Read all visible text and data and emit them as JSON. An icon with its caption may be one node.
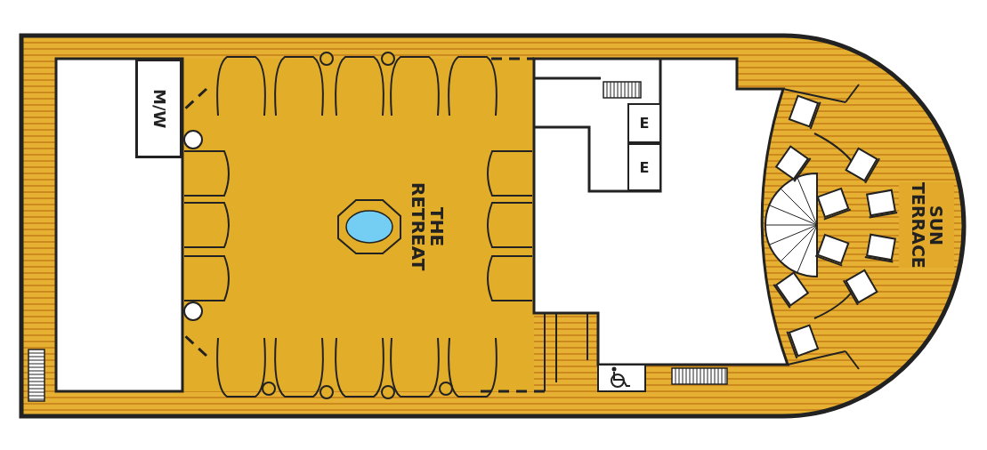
{
  "diagram": {
    "nodes": [
      {
        "text": [
          "M/W"
        ]
      },
      {
        "text": [
          "E"
        ]
      },
      {
        "text": [
          "E"
        ]
      },
      {
        "text": [
          "SUN TERRACE"
        ]
      }
    ],
    "labels": [
      "THE RETREAT"
    ]
  }
}
